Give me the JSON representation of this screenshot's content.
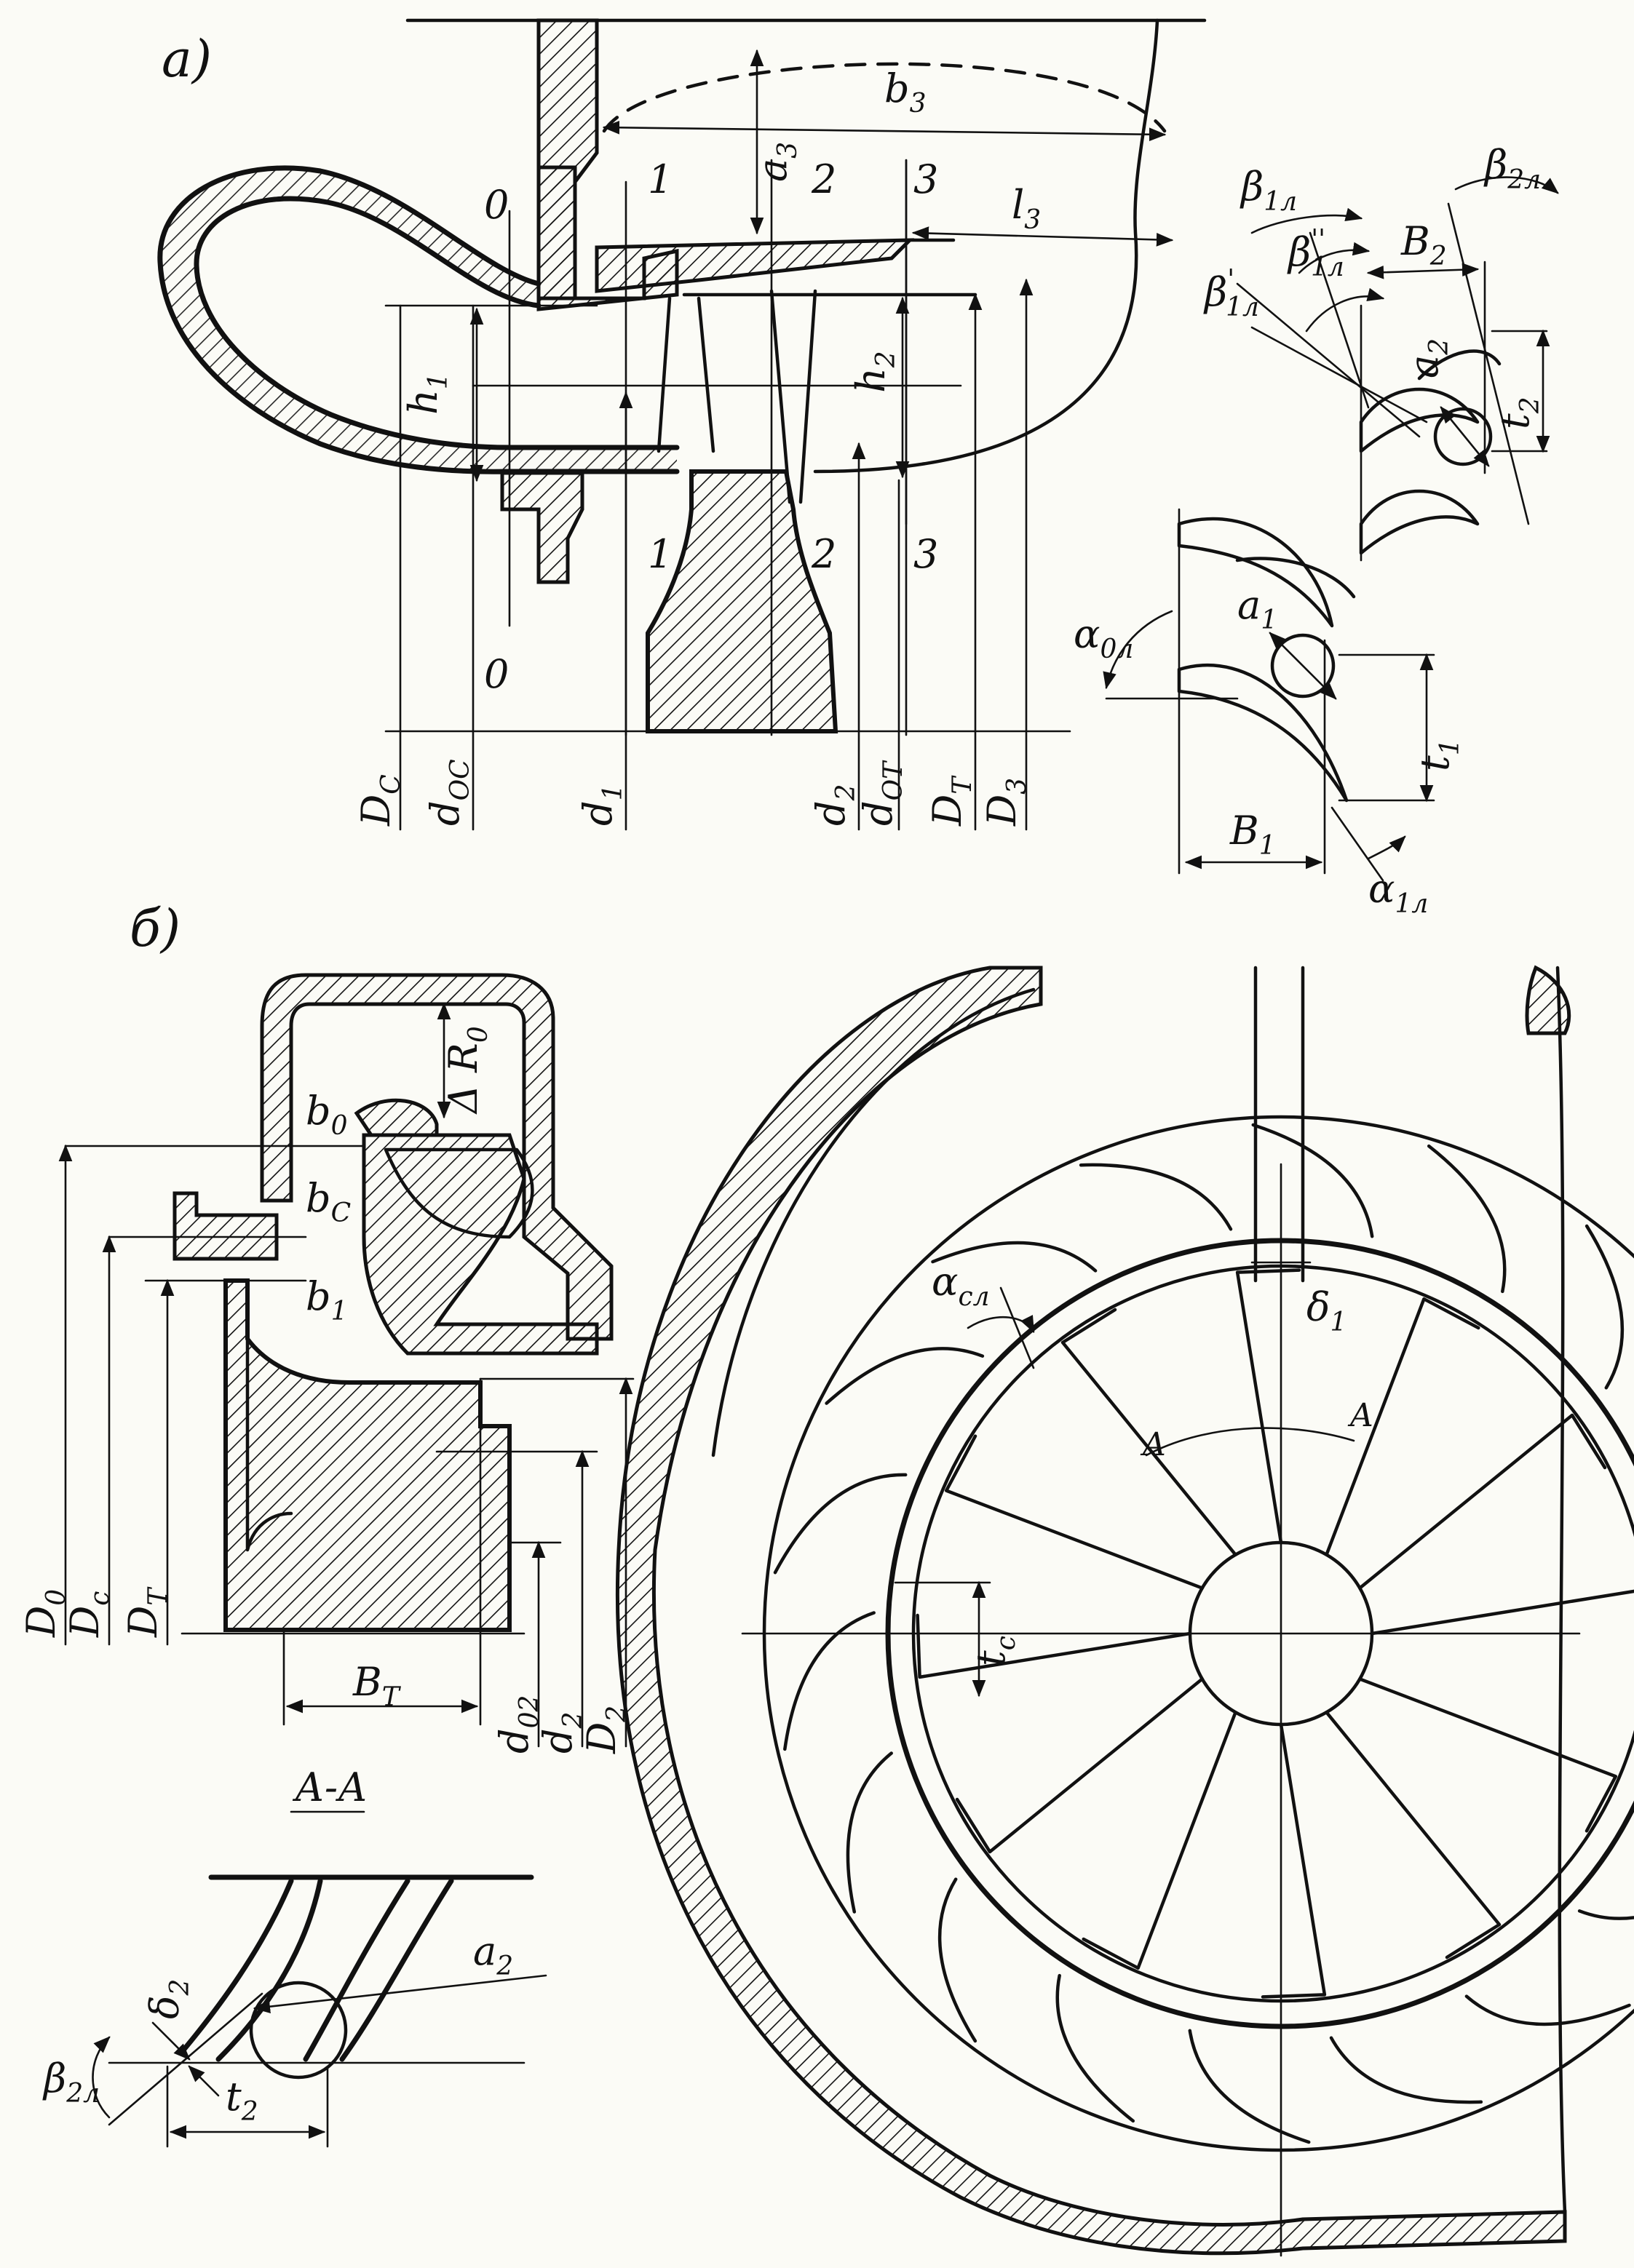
{
  "panel_a": {
    "tag": "а)",
    "dims": {
      "b3": "b",
      "b3_sub": "3",
      "a3": "a",
      "a3_sub": "3",
      "l3": "l",
      "l3_sub": "3",
      "h1": "h",
      "h1_sub": "1",
      "h2": "h",
      "h2_sub": "2"
    },
    "sections": [
      "0",
      "1",
      "2",
      "3"
    ],
    "diameters": [
      {
        "main": "D",
        "sub": "C"
      },
      {
        "main": "d",
        "sub": "OC"
      },
      {
        "main": "d",
        "sub": "1"
      },
      {
        "main": "d",
        "sub": "2"
      },
      {
        "main": "d",
        "sub": "OT"
      },
      {
        "main": "D",
        "sub": "T"
      },
      {
        "main": "D",
        "sub": "3"
      }
    ],
    "rotor_blades": {
      "beta1": "β",
      "beta1_sub": "1л",
      "beta1pp": "β",
      "beta1pp_sub": "1л",
      "beta1pp_sup": "''",
      "beta1p": "β",
      "beta1p_sub": "1л",
      "beta1p_sup": "'",
      "beta2": "β",
      "beta2_sub": "2л",
      "B2": "B",
      "B2_sub": "2",
      "a2": "a",
      "a2_sub": "2",
      "t2": "t",
      "t2_sub": "2"
    },
    "nozzle_blades": {
      "alpha0": "α",
      "alpha0_sub": "0л",
      "a1": "a",
      "a1_sub": "1",
      "t1": "t",
      "t1_sub": "1",
      "B1": "B",
      "B1_sub": "1",
      "alpha1": "α",
      "alpha1_sub": "1л"
    }
  },
  "panel_b": {
    "tag": "б)",
    "dims": {
      "dR0": "Δ R",
      "dR0_sub": "0",
      "b0": "b",
      "b0_sub": "0",
      "bc": "b",
      "bc_sub": "C",
      "b1": "b",
      "b1_sub": "1",
      "BT": "B",
      "BT_sub": "T",
      "alpha_c": "α",
      "alpha_c_sub": "сл",
      "delta1": "δ",
      "delta1_sub": "1",
      "tc": "t",
      "tc_sub": "c",
      "A": "A"
    },
    "diameters": [
      {
        "main": "D",
        "sub": "0"
      },
      {
        "main": "D",
        "sub": "c"
      },
      {
        "main": "D",
        "sub": "T"
      },
      {
        "main": "d",
        "sub": "02"
      },
      {
        "main": "d",
        "sub": "2"
      },
      {
        "main": "D",
        "sub": "2"
      }
    ]
  },
  "section_aa": {
    "title": "А-А",
    "a2": "a",
    "a2_sub": "2",
    "t2": "t",
    "t2_sub": "2",
    "delta2": "δ",
    "delta2_sub": "2",
    "beta2": "β",
    "beta2_sub": "2л"
  }
}
